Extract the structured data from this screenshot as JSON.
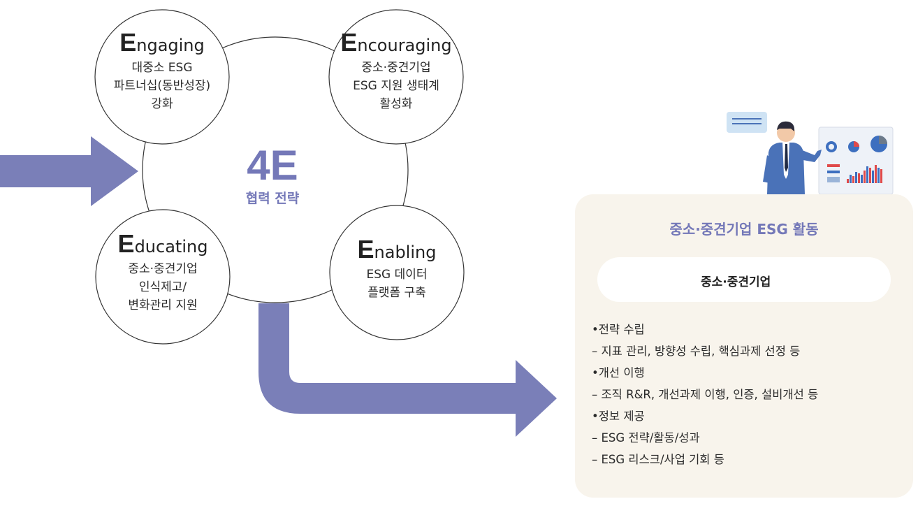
{
  "center": {
    "title": "4E",
    "subtitle": "협력 전략"
  },
  "circles": [
    {
      "letter": "E",
      "title_rest": "ngaging",
      "lines": [
        "대중소 ESG",
        "파트너십(동반성장)",
        "강화"
      ]
    },
    {
      "letter": "E",
      "title_rest": "ncouraging",
      "lines": [
        "중소·중견기업",
        "ESG 지원 생태계",
        "활성화"
      ]
    },
    {
      "letter": "E",
      "title_rest": "ducating",
      "lines": [
        "중소·중견기업",
        "인식제고/",
        "변화관리 지원"
      ]
    },
    {
      "letter": "E",
      "title_rest": "nabling",
      "lines": [
        "ESG 데이터",
        "플랫폼 구축"
      ]
    }
  ],
  "panel": {
    "title": "중소·중견기업 ESG 활동",
    "pill_label": "중소·중견기업",
    "pill_icon": "building-icon",
    "items": [
      "•전략 수립",
      "– 지표 관리, 방향성 수립, 핵심과제 선정 등",
      "•개선 이행",
      "– 조직 R&R, 개선과제 이행, 인증, 설비개선 등",
      "•정보 제공",
      "– ESG 전략/활동/성과",
      "– ESG 리스크/사업 기회 등"
    ]
  },
  "colors": {
    "accent": "#7478b8",
    "arrow": "#7a7fb8",
    "panel_bg": "#f8f4ec",
    "circle_stroke": "#333333"
  },
  "illustration": "presenter-with-chart-board-icon"
}
